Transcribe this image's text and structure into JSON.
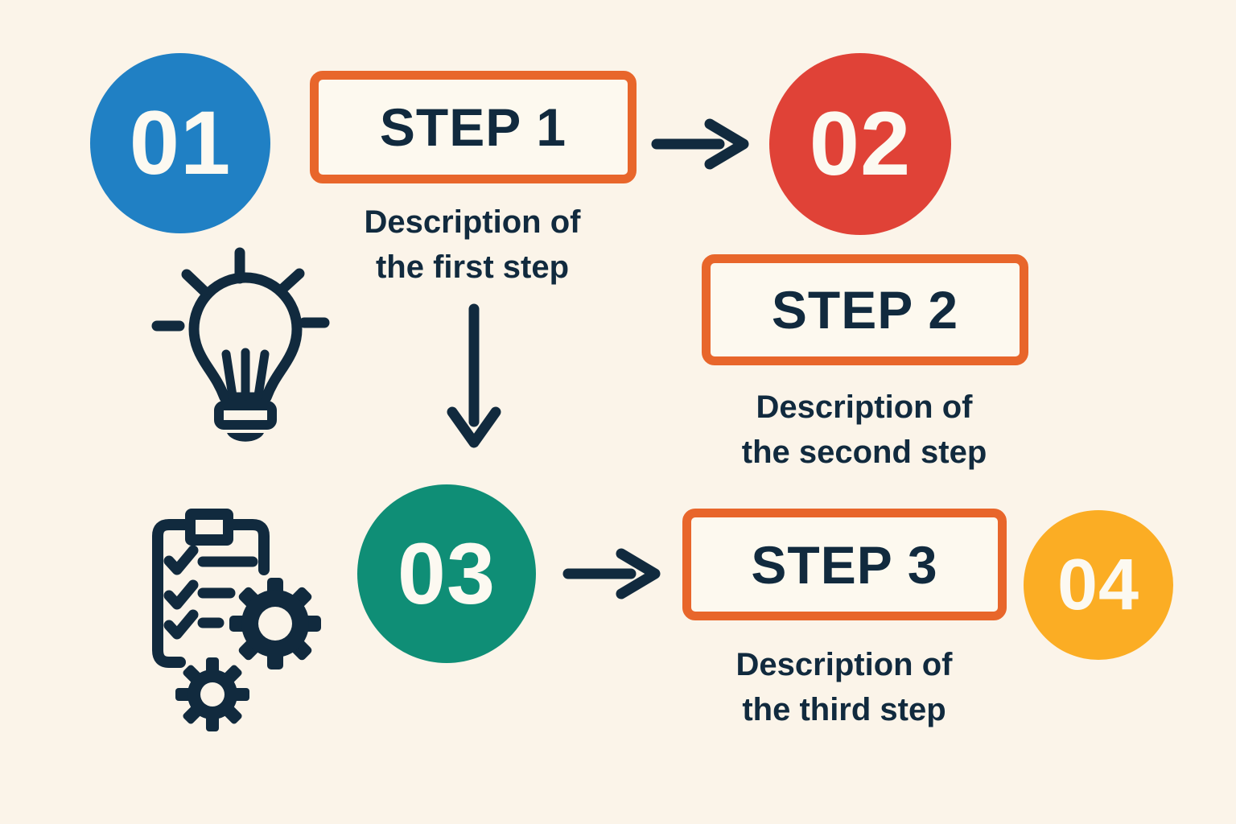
{
  "infographic": {
    "type": "process-steps-diagram",
    "steps": [
      {
        "badge": "01",
        "badge_color": "#2080c4",
        "label": "STEP 1",
        "description_line1": "Description of",
        "description_line2": "the first step"
      },
      {
        "badge": "02",
        "badge_color": "#e04237",
        "label": "STEP 2",
        "description_line1": "Description of",
        "description_line2": "the second step"
      },
      {
        "badge": "03",
        "badge_color": "#0f8e76",
        "label": "STEP 3",
        "description_line1": "Description of",
        "description_line2": "the third step"
      },
      {
        "badge": "04",
        "badge_color": "#fbad24"
      }
    ],
    "icons": [
      {
        "name": "lightbulb-icon",
        "meaning": "idea"
      },
      {
        "name": "checklist-gears-icon",
        "meaning": "planning process"
      },
      {
        "name": "arrow-right-icon",
        "from": "STEP 1",
        "to": "02"
      },
      {
        "name": "arrow-down-icon",
        "from": "Description of the first step",
        "to": "03"
      },
      {
        "name": "arrow-right-icon",
        "from": "03",
        "to": "STEP 3"
      }
    ],
    "colors": {
      "background": "#fbf4e9",
      "box_fill": "#fdf9ef",
      "box_border_orange": "#e8662b",
      "text_navy": "#112a3e",
      "badge_text": "#fcf9f1",
      "blue": "#2080c4",
      "red": "#e04237",
      "teal": "#0f8e76",
      "yellow": "#fbad24"
    }
  }
}
